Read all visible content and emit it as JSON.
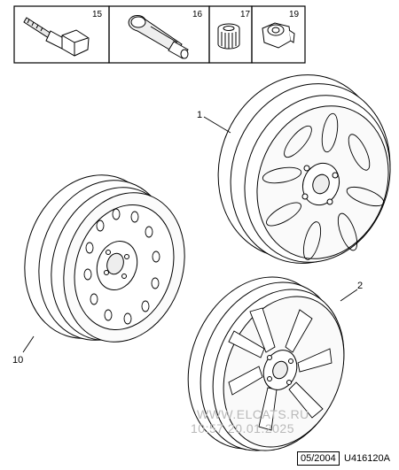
{
  "parts": {
    "bolt": "15",
    "valve": "16",
    "cap": "17",
    "lock_nut": "19",
    "hubcap_wheel": "1",
    "alloy_wheel": "2",
    "steel_wheel": "10"
  },
  "footer": {
    "date": "05/2004",
    "code": "U416120A"
  },
  "watermark": {
    "site": "WWW.ELCATS.RU",
    "timestamp": "10:57 20.01.2025"
  }
}
